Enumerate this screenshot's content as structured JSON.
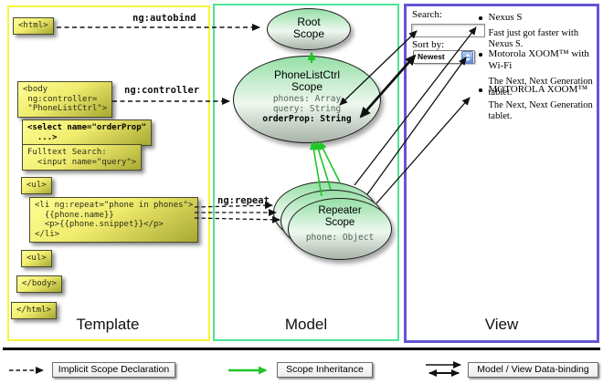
{
  "panels": {
    "template": {
      "label": "Template",
      "border_color": "#f6f63a"
    },
    "model": {
      "label": "Model",
      "border_color": "#4fe296"
    },
    "view": {
      "label": "View",
      "border_color": "#6355d4"
    }
  },
  "directive_labels": {
    "autobind": "ng:autobind",
    "controller": "ng:controller",
    "repeat": "ng:repeat"
  },
  "template_code": {
    "html_open": "<html>",
    "body_open": "<body\n ng:controller=\n \"PhoneListCtrl\">",
    "select_box": "<select name=\"orderProp\"\n  ...>",
    "fulltext_box": "Fulltext Search:\n  <input name=\"query\">",
    "ul_open": "<ul>",
    "li_repeat": "<li ng:repeat=\"phone in phones\">\n  {{phone.name}}\n  <p>{{phone.snippet}}</p>\n</li>",
    "ul_close": "<ul>",
    "body_close": "</body>",
    "html_close": "</html>"
  },
  "model_scopes": {
    "root": {
      "title": "Root\nScope"
    },
    "phone_list_ctrl": {
      "title": "PhoneListCtrl\nScope",
      "props": "phones: Array\nquery: String",
      "bold_prop": "orderProp: String"
    },
    "repeater": {
      "title": "Repeater\nScope",
      "prop": "phone: Object"
    }
  },
  "view": {
    "search_label": "Search:",
    "search_value": "",
    "sort_label": "Sort by:",
    "sort_value": "Newest",
    "items": [
      {
        "title": "Nexus S",
        "desc": "Fast just got faster with Nexus S."
      },
      {
        "title": "Motorola XOOM™ with Wi-Fi",
        "desc": "The Next, Next Generation tablet."
      },
      {
        "title": "MOTOROLA XOOM™",
        "desc": "The Next, Next Generation tablet."
      }
    ]
  },
  "legend": {
    "implicit": "Implicit Scope Declaration",
    "inheritance": "Scope Inheritance",
    "binding": "Model / View Data-binding"
  },
  "colors": {
    "inheritance_arrow": "#1fc627",
    "binding_arrow": "#111111",
    "scope_fill_top": "#96dfa6",
    "code_box_yellow": "#f0ec6e"
  }
}
